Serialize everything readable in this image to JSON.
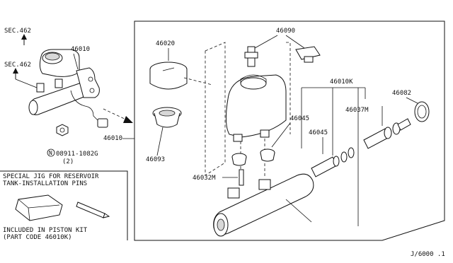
{
  "labels": {
    "sec_462_top": "SEC.462",
    "sec_462_left": "SEC.462",
    "p46010_top": "46010",
    "p46010_left": "46010",
    "p46020": "46020",
    "p46090": "46090",
    "p46010k": "46010K",
    "p46082": "46082",
    "p46045_a": "46045",
    "p46045_b": "46045",
    "p46037m": "46037M",
    "p46093": "46093",
    "p46032m": "46032M",
    "nut_part": "08911-1082G",
    "nut_circle": "N",
    "nut_qty": "(2)"
  },
  "jig_box": {
    "line1": "SPECIAL JIG FOR RESERVOIR",
    "line2": "TANK-INSTALLATION PINS",
    "line3": "INCLUDED IN PISTON KIT",
    "line4": "(PART CODE 46010K)"
  },
  "footer_code": "J/6000 .1"
}
